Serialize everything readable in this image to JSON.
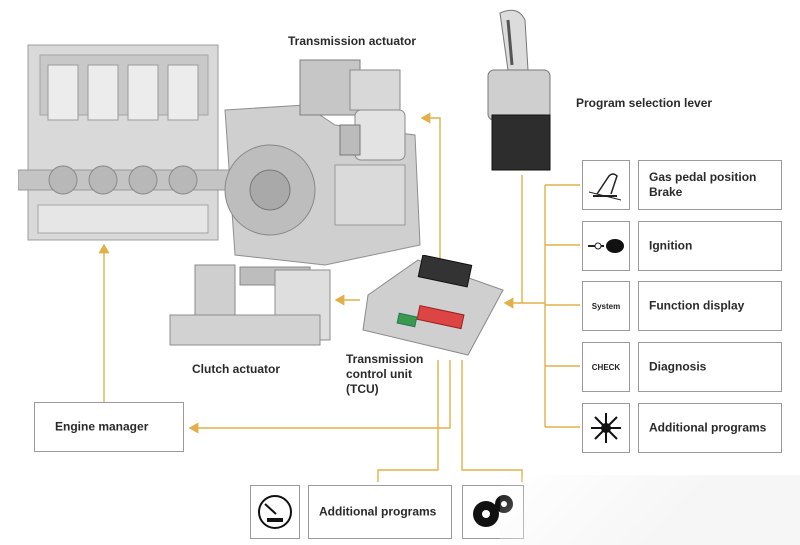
{
  "labels": {
    "transmission_actuator": "Transmission actuator",
    "program_selection_lever": "Program selection lever",
    "clutch_actuator": "Clutch actuator",
    "tcu": "Transmission\ncontrol unit\n(TCU)",
    "engine_manager": "Engine manager"
  },
  "inputs": [
    {
      "icon": "gas-pedal-icon",
      "label": "Gas pedal position\nBrake"
    },
    {
      "icon": "ignition-key-icon",
      "label": "Ignition"
    },
    {
      "icon_text": "System",
      "label": "Function display"
    },
    {
      "icon_text": "CHECK",
      "label": "Diagnosis"
    },
    {
      "icon": "snowflake-icon",
      "label": "Additional programs"
    }
  ],
  "bottom": {
    "gauge_icon": "gauge-icon",
    "label": "Additional programs",
    "gears_icon": "gears-icon"
  },
  "colors": {
    "arrow": "#e2b04a",
    "box_border": "#9a9a9a"
  }
}
